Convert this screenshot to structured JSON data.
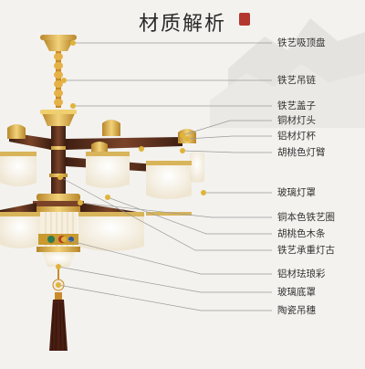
{
  "title": "材质解析",
  "colors": {
    "background": "#f3f2ef",
    "gold": "#e0b43a",
    "walnut": "#5a2e1e",
    "glass": "#fbf6ea",
    "leader": "#9a9a9a",
    "seal": "#b2382f"
  },
  "labels": [
    "铁艺吸顶盘",
    "铁艺吊链",
    "铁艺盖子",
    "铜材灯头",
    "铝材灯杯",
    "胡桃色灯臂",
    "玻璃灯罩",
    "铜本色铁艺圈",
    "胡桃色木条",
    "铁艺承重灯古",
    "铝材珐琅彩",
    "玻璃底罩",
    "陶瓷吊穗"
  ]
}
